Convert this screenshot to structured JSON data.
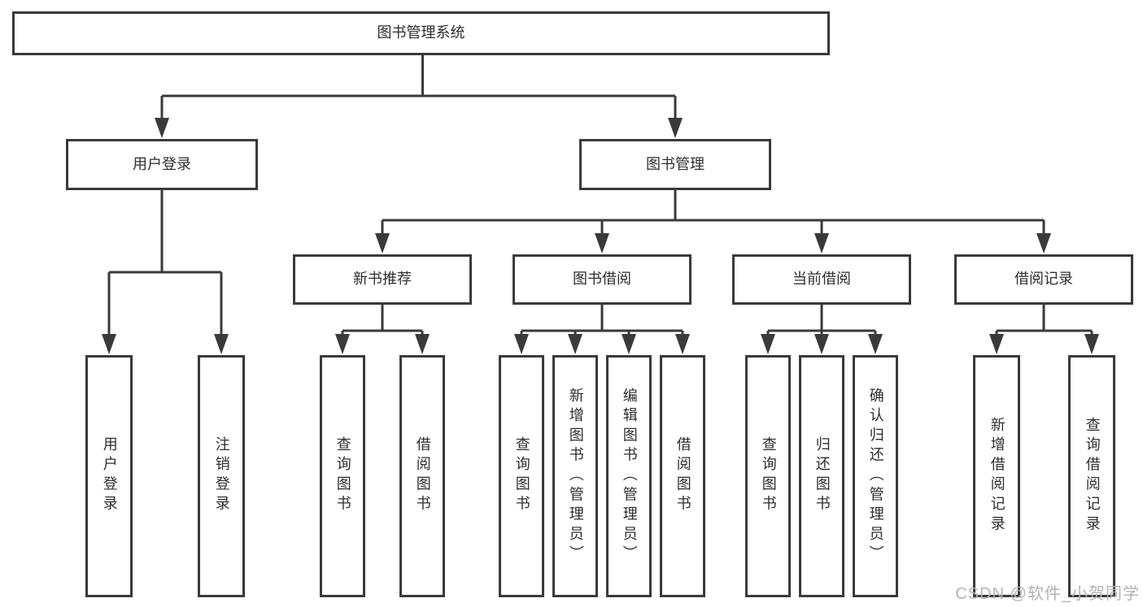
{
  "tree": {
    "root": {
      "label": "图书管理系统",
      "children": [
        {
          "label": "用户登录",
          "children": [
            {
              "label": "用户登录"
            },
            {
              "label": "注销登录"
            }
          ]
        },
        {
          "label": "图书管理",
          "children": [
            {
              "label": "新书推荐",
              "children": [
                {
                  "label": "查询图书"
                },
                {
                  "label": "借阅图书"
                }
              ]
            },
            {
              "label": "图书借阅",
              "children": [
                {
                  "label": "查询图书"
                },
                {
                  "label": "新增图书（管理员）"
                },
                {
                  "label": "编辑图书（管理员）"
                },
                {
                  "label": "借阅图书"
                }
              ]
            },
            {
              "label": "当前借阅",
              "children": [
                {
                  "label": "查询图书"
                },
                {
                  "label": "归还图书"
                },
                {
                  "label": "确认归还（管理员）"
                }
              ]
            },
            {
              "label": "借阅记录",
              "children": [
                {
                  "label": "新增借阅记录"
                },
                {
                  "label": "查询借阅记录"
                }
              ]
            }
          ]
        }
      ]
    }
  },
  "watermark": {
    "text": "CSDN @软件_小贺同学"
  },
  "colors": {
    "line": "#3a3a3a",
    "box_border": "#3a3a3a",
    "text": "#2e2e2e",
    "watermark": "#b5b2b6",
    "background": "#ffffff"
  }
}
